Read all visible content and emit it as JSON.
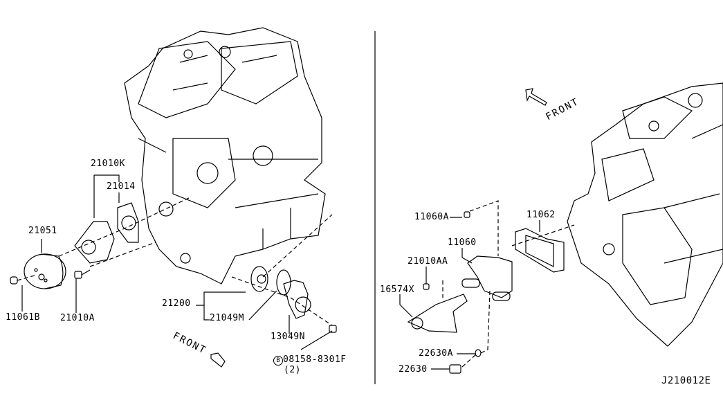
{
  "diagram_id": "J210012E",
  "front_label": "FRONT",
  "parts": {
    "p21010K": "21010K",
    "p21014": "21014",
    "p21051": "21051",
    "p11061B": "11061B",
    "p21010A": "21010A",
    "p21200": "21200",
    "p21049M": "21049M",
    "p13049N": "13049N",
    "p08158": "08158-8301F",
    "p08158_qty": "(2)",
    "p08158_prefix": "B",
    "p11060A": "11060A",
    "p11062": "11062",
    "p11060": "11060",
    "p21010AA": "21010AA",
    "p16574X": "16574X",
    "p22630A": "22630A",
    "p22630": "22630"
  }
}
